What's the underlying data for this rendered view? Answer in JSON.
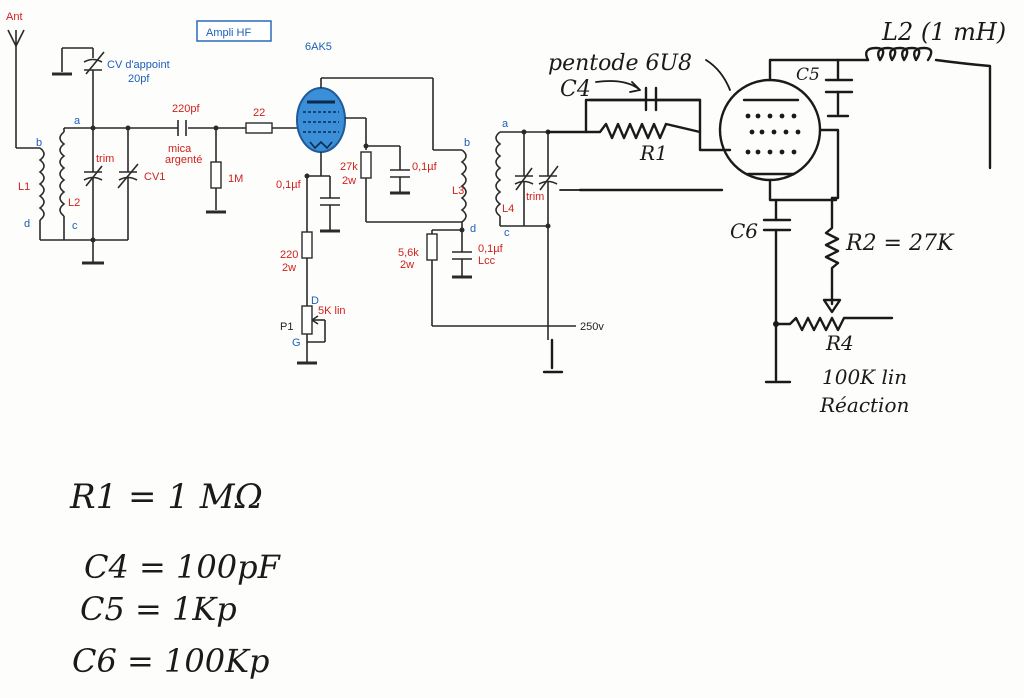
{
  "colors": {
    "wire": "#2a2a2a",
    "label_red": "#d0201c",
    "label_blue": "#1d5fb8",
    "tube_fill": "#3a8fd8",
    "ink": "#1a1a1a"
  },
  "printed": {
    "ant": "Ant",
    "ampli_hf": "Ampli HF",
    "tube_6ak5": "6AK5",
    "cv_appoint_1": "CV d'appoint",
    "cv_appoint_2": "20pf",
    "node_a1": "a",
    "node_b1": "b",
    "node_c1": "c",
    "node_d1": "d",
    "L1": "L1",
    "L2": "L2",
    "trim1": "trim",
    "CV1": "CV1",
    "c220pf": "220pf",
    "mica1": "mica",
    "mica2": "argenté",
    "r22": "22",
    "r1M": "1M",
    "r27k_1": "27k",
    "r27k_2": "2w",
    "c01_1": "0,1µf",
    "c01_2": "0,1µf",
    "r220_1": "220",
    "r220_2": "2w",
    "node_D": "D",
    "node_G": "G",
    "P1": "P1",
    "p5k": "5K lin",
    "node_b2": "b",
    "node_d2": "d",
    "L3": "L3",
    "r56k_1": "5,6k",
    "r56k_2": "2w",
    "c01_3": "0,1µf",
    "lcc": "Lcc",
    "node_a2": "a",
    "node_c2": "c",
    "L4": "L4",
    "trim2": "trim",
    "v250": "250v"
  },
  "handwritten": {
    "pentode": "pentode 6U8",
    "c4": "C4",
    "r1": "R1",
    "c5": "C5",
    "l2mh": "L2 (1 mH)",
    "c6": "C6",
    "r2": "R2 = 27K",
    "r4": "R4",
    "r4_val": "100K lin",
    "reaction": "Réaction"
  },
  "legend": {
    "line1": "R1 = 1 MΩ",
    "line2": "C4 = 100pF",
    "line3": "C5 = 1Kp",
    "line4": "C6 = 100Kp"
  }
}
